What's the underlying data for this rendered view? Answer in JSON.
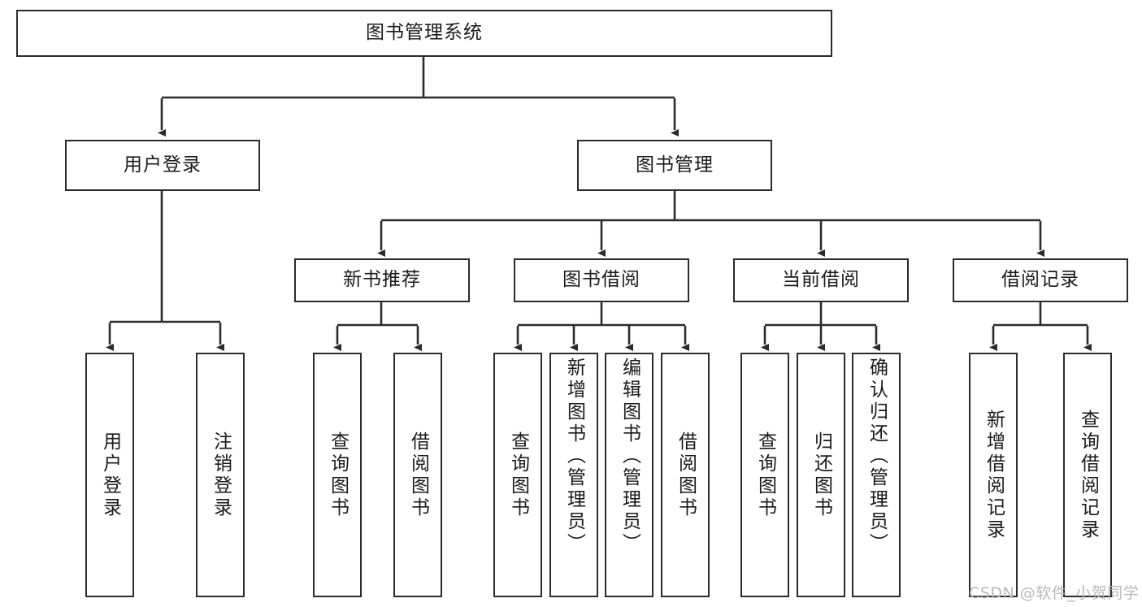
{
  "diagram": {
    "type": "tree-hierarchy-chart",
    "title": "图书管理系统",
    "line_color": "#2b2b2b",
    "box_fill": "#ffffff",
    "text_color": "#1a1a1a"
  },
  "nodes": {
    "root": {
      "label": "图书管理系统"
    },
    "level2": [
      {
        "id": "user-login",
        "label": "用户登录"
      },
      {
        "id": "book-manage",
        "label": "图书管理"
      }
    ],
    "level3": [
      {
        "id": "new-book-recommend",
        "label": "新书推荐"
      },
      {
        "id": "book-borrow",
        "label": "图书借阅"
      },
      {
        "id": "current-borrow",
        "label": "当前借阅"
      },
      {
        "id": "borrow-record",
        "label": "借阅记录"
      }
    ],
    "leaves": {
      "user_login": [
        {
          "id": "leaf-user-login",
          "label": "用户登录"
        },
        {
          "id": "leaf-logout-login",
          "label": "注销登录"
        }
      ],
      "new_book_recommend": [
        {
          "id": "leaf-query-book-1",
          "label": "查询图书"
        },
        {
          "id": "leaf-borrow-book-1",
          "label": "借阅图书"
        }
      ],
      "book_borrow": [
        {
          "id": "leaf-query-book-2",
          "label": "查询图书"
        },
        {
          "id": "leaf-add-book",
          "label": "新增图书（管理员）"
        },
        {
          "id": "leaf-edit-book",
          "label": "编辑图书（管理员）"
        },
        {
          "id": "leaf-borrow-book-2",
          "label": "借阅图书"
        }
      ],
      "current_borrow": [
        {
          "id": "leaf-query-book-3",
          "label": "查询图书"
        },
        {
          "id": "leaf-return-book",
          "label": "归还图书"
        },
        {
          "id": "leaf-confirm-return",
          "label": "确认归还（管理员）"
        }
      ],
      "borrow_record": [
        {
          "id": "leaf-add-record",
          "label": "新增借阅记录"
        },
        {
          "id": "leaf-query-record",
          "label": "查询借阅记录"
        }
      ]
    }
  },
  "watermark": {
    "text": "CSDN @软件_小贺同学"
  }
}
